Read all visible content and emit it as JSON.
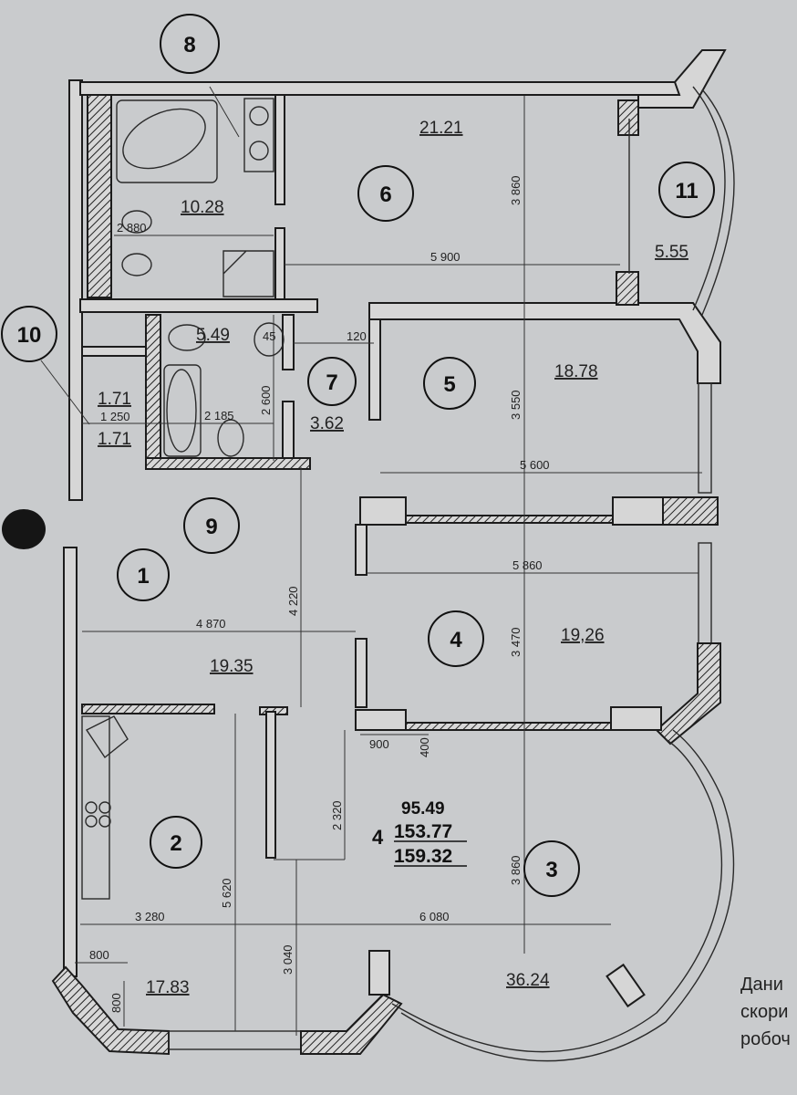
{
  "rooms": [
    {
      "number": "1",
      "area": "19.35"
    },
    {
      "number": "2",
      "area": "17.83"
    },
    {
      "number": "3",
      "area": "36.24"
    },
    {
      "number": "4",
      "area": "19,26"
    },
    {
      "number": "5",
      "area": "18.78"
    },
    {
      "number": "6",
      "area": "21.21"
    },
    {
      "number": "7",
      "area": "3.62"
    },
    {
      "number": "8",
      "area": "10.28"
    },
    {
      "number": "9",
      "area": "5.49"
    },
    {
      "number": "10",
      "area": "1.71",
      "area2": "1.71"
    },
    {
      "number": "11",
      "area": "5.55"
    }
  ],
  "summary": {
    "rooms_count": "4",
    "living_area": "95.49",
    "total_area": "153.77",
    "total_with_balcony": "159.32"
  },
  "dimensions": {
    "d2880": "2 880",
    "d5900": "5 900",
    "d3860a": "3 860",
    "d120": "120",
    "d2600": "2 600",
    "d2185": "2 185",
    "d1250": "1 250",
    "d45": "45",
    "d3550": "3 550",
    "d5600": "5 600",
    "d4220": "4 220",
    "d4870": "4 870",
    "d5860": "5 860",
    "d3470": "3 470",
    "d900": "900",
    "d400": "400",
    "d2320": "2 320",
    "d3860b": "3 860",
    "d5620": "5 620",
    "d3280": "3 280",
    "d6080": "6 080",
    "d3040": "3 040",
    "d800a": "800",
    "d800b": "800"
  },
  "side_note": [
    "Дани",
    "скори",
    "робоч"
  ]
}
